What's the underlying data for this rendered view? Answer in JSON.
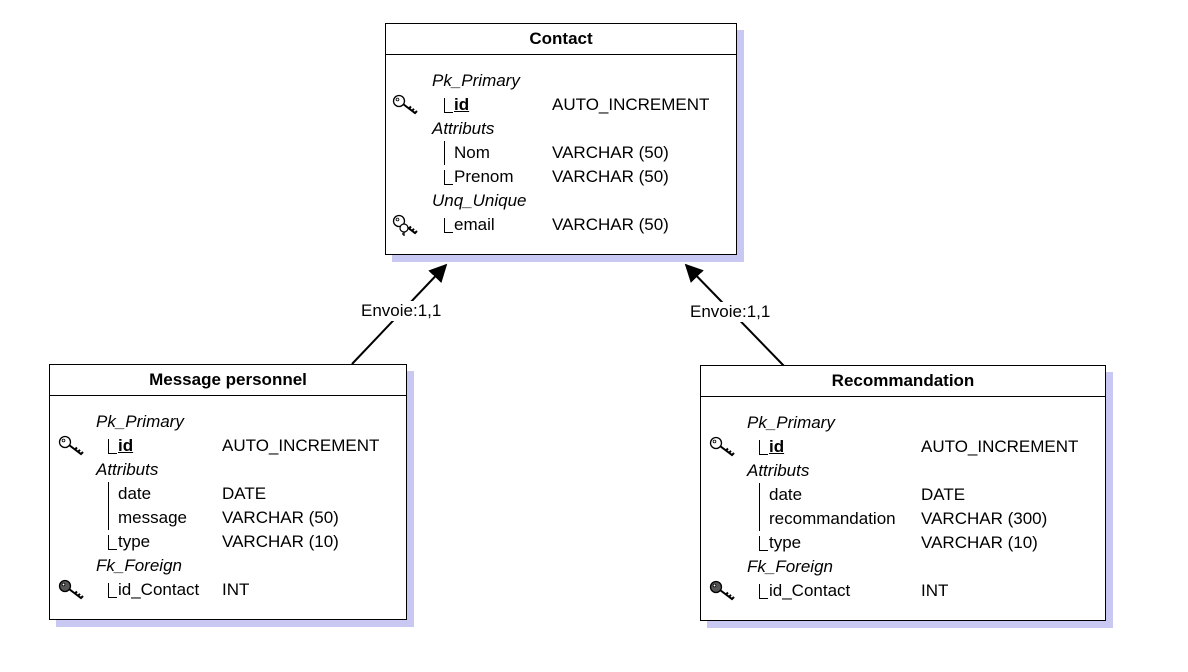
{
  "relationships": [
    {
      "label": "Envoie:1,1"
    },
    {
      "label": "Envoie:1,1"
    }
  ],
  "contact": {
    "title": "Contact",
    "pk_group": "Pk_Primary",
    "pk": {
      "name": "id",
      "type": "AUTO_INCREMENT"
    },
    "attr_group": "Attributs",
    "attrs": [
      {
        "name": "Nom",
        "type": "VARCHAR (50)"
      },
      {
        "name": "Prenom",
        "type": "VARCHAR (50)"
      }
    ],
    "unq_group": "Unq_Unique",
    "unq": {
      "name": "email",
      "type": "VARCHAR (50)"
    }
  },
  "message": {
    "title": "Message personnel",
    "pk_group": "Pk_Primary",
    "pk": {
      "name": "id",
      "type": "AUTO_INCREMENT"
    },
    "attr_group": "Attributs",
    "attrs": [
      {
        "name": "date",
        "type": "DATE"
      },
      {
        "name": "message",
        "type": "VARCHAR (50)"
      },
      {
        "name": "type",
        "type": "VARCHAR (10)"
      }
    ],
    "fk_group": "Fk_Foreign",
    "fk": {
      "name": "id_Contact",
      "type": "INT"
    }
  },
  "recommandation": {
    "title": "Recommandation",
    "pk_group": "Pk_Primary",
    "pk": {
      "name": "id",
      "type": "AUTO_INCREMENT"
    },
    "attr_group": "Attributs",
    "attrs": [
      {
        "name": "date",
        "type": "DATE"
      },
      {
        "name": "recommandation",
        "type": "VARCHAR (300)"
      },
      {
        "name": "type",
        "type": "VARCHAR (10)"
      }
    ],
    "fk_group": "Fk_Foreign",
    "fk": {
      "name": "id_Contact",
      "type": "INT"
    }
  }
}
